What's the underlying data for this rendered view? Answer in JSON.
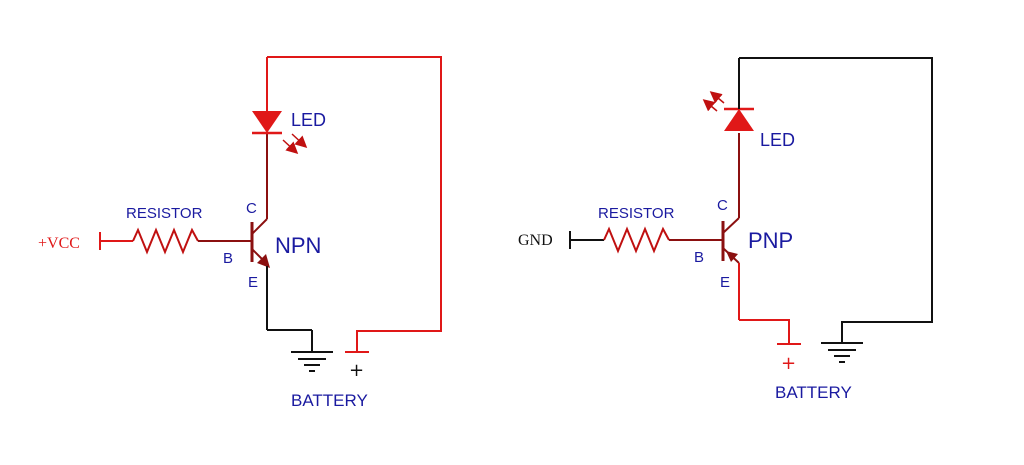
{
  "colors": {
    "red": "#e01818",
    "dark_red": "#8b1010",
    "black": "#111111",
    "blue": "#1a1aa0"
  },
  "npn": {
    "type_label": "NPN",
    "led_label": "LED",
    "resistor_label": "RESISTOR",
    "supply_label": "+VCC",
    "pin_c": "C",
    "pin_b": "B",
    "pin_e": "E",
    "battery_label": "BATTERY",
    "battery_sign": "+"
  },
  "pnp": {
    "type_label": "PNP",
    "led_label": "LED",
    "resistor_label": "RESISTOR",
    "supply_label": "GND",
    "pin_c": "C",
    "pin_b": "B",
    "pin_e": "E",
    "battery_label": "BATTERY",
    "battery_sign": "+"
  }
}
